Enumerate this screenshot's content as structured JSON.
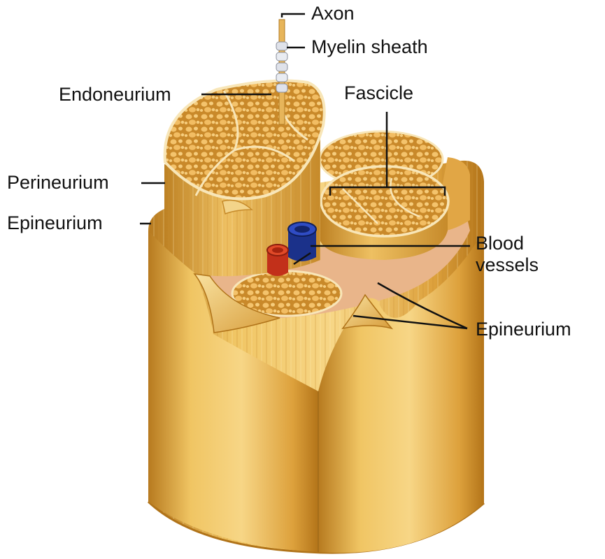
{
  "labels": {
    "axon": "Axon",
    "myelin_sheath": "Myelin sheath",
    "endoneurium": "Endoneurium",
    "fascicle": "Fascicle",
    "perineurium": "Perineurium",
    "epineurium_outer": "Epineurium",
    "blood_vessels_line1": "Blood",
    "blood_vessels_line2": "vessels",
    "epineurium_inner": "Epineurium"
  },
  "colors": {
    "nerve_tan": "#e2ab3f",
    "nerve_light": "#f5d37e",
    "nerve_dark": "#a9711c",
    "fascicle_face": "#cf8f2e",
    "fiber": "#f7c873",
    "artery": "#d63a1c",
    "vein": "#1e3a9c",
    "leader_line": "#111111"
  }
}
